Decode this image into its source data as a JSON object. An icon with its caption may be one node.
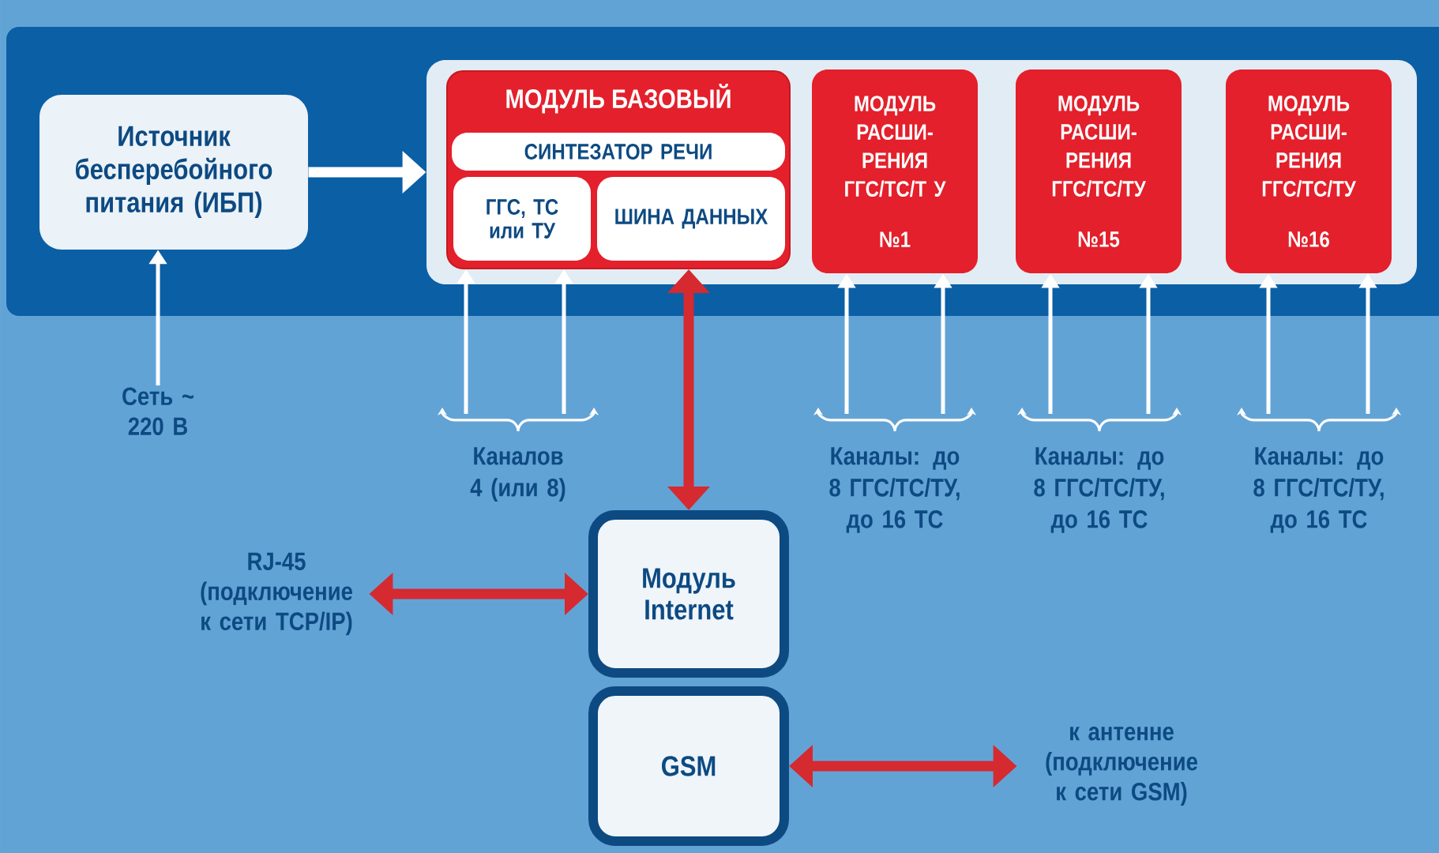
{
  "diagram": {
    "nodes": [
      {
        "text": [
          "Источник бесперебойного питания (ИБП)"
        ]
      },
      {
        "text": [],
        "shape": "box"
      },
      {
        "text": [
          "МОДУЛЬ БАЗОВЫЙ"
        ],
        "in": 1
      },
      {
        "text": [
          "СИНТЕЗАТОР РЕЧИ"
        ],
        "in": 2
      },
      {
        "text": [
          "ГГС, ТС или ТУ"
        ],
        "in": 2
      },
      {
        "text": [
          "ШИНА ДАННЫХ"
        ],
        "in": 2
      },
      {
        "text": [
          "МОДУЛЬ РАСШИ- РЕНИЯ ГГС/ТС/Т У",
          "№1"
        ],
        "in": 1
      },
      {
        "text": [
          "МОДУЛЬ РАСШИ- РЕНИЯ ГГС/ТС/ТУ",
          "№15"
        ],
        "in": 1
      },
      {
        "text": [
          "МОДУЛЬ РАСШИ- РЕНИЯ ГГС/ТС/ТУ",
          "№16"
        ],
        "in": 1
      },
      {
        "text": [
          "Сеть ~ 220 В"
        ]
      },
      {
        "text": [
          "Каналов 4 (или 8)"
        ]
      },
      {
        "text": [
          "Каналы: до 8 ГГС/ТС/ТУ, до 16 ТС"
        ]
      },
      {
        "text": [
          "Каналы: до 8 ГГС/ТС/ТУ, до 16 ТС"
        ]
      },
      {
        "text": [
          "Каналы: до 8 ГГС/ТС/ТУ, до 16 ТС"
        ]
      },
      {
        "text": [
          "Модуль Internet"
        ]
      },
      {
        "text": [
          "RJ-45 (подключение к сети TCP/IP)"
        ]
      },
      {
        "text": [
          "GSM"
        ]
      },
      {
        "text": [
          "к антенне (подключение к сети GSM)"
        ]
      }
    ],
    "edges": [
      {
        "from": 0,
        "to": 1,
        "arrow": "to",
        "style": "thick"
      },
      {
        "from": 9,
        "to": 0,
        "arrow": "to"
      },
      {
        "from": 10,
        "to": 2,
        "arrow": "to"
      },
      {
        "from": 10,
        "to": 2,
        "arrow": "to"
      },
      {
        "from": 11,
        "to": 6,
        "arrow": "to"
      },
      {
        "from": 11,
        "to": 6,
        "arrow": "to"
      },
      {
        "from": 12,
        "to": 7,
        "arrow": "to"
      },
      {
        "from": 12,
        "to": 7,
        "arrow": "to"
      },
      {
        "from": 13,
        "to": 8,
        "arrow": "to"
      },
      {
        "from": 13,
        "to": 8,
        "arrow": "to"
      },
      {
        "from": 14,
        "to": 2,
        "arrow": "both",
        "style": "thick",
        "color": "#d42a30"
      },
      {
        "from": 15,
        "to": 14,
        "arrow": "both",
        "style": "thick",
        "color": "#d42a30"
      },
      {
        "from": 16,
        "to": 17,
        "arrow": "both",
        "style": "thick",
        "color": "#d42a30"
      }
    ]
  }
}
